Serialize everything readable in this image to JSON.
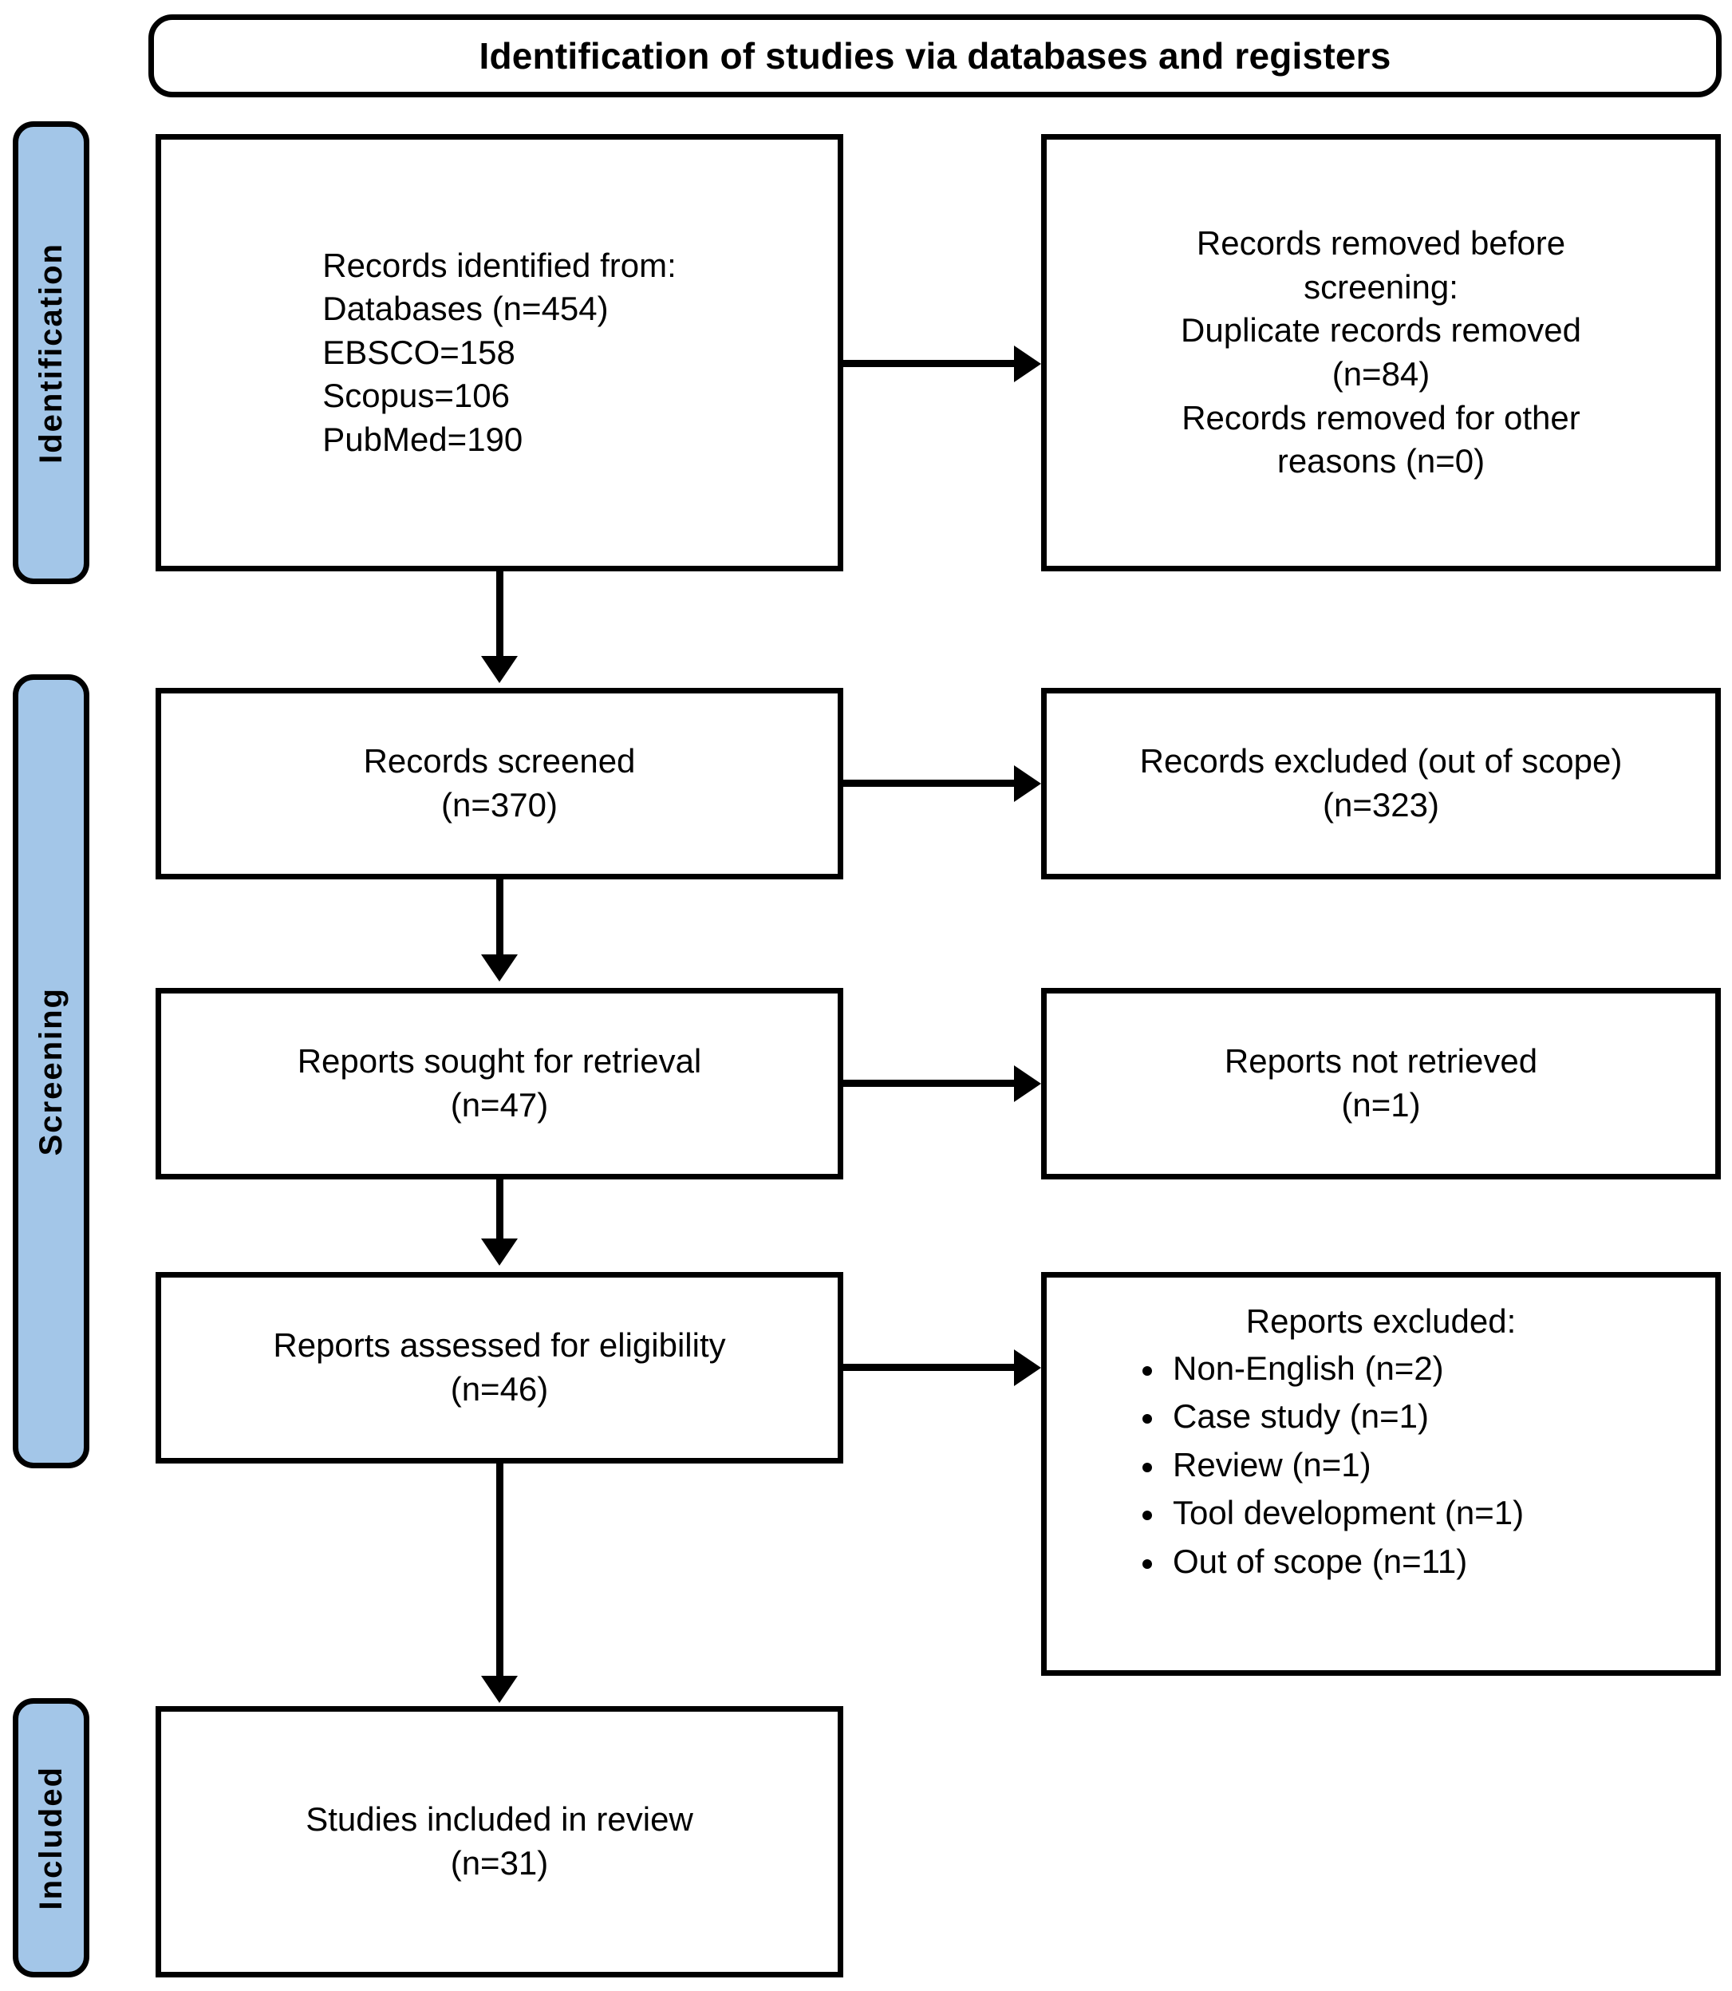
{
  "title": {
    "text": "Identification of studies via databases and registers"
  },
  "colors": {
    "stage_fill": "#a3c6e8",
    "border": "#000000",
    "box_fill": "#ffffff"
  },
  "stages": [
    {
      "key": "identification",
      "label": "Identification"
    },
    {
      "key": "screening",
      "label": "Screening"
    },
    {
      "key": "included",
      "label": "Included"
    }
  ],
  "boxes": {
    "records_identified": "Records identified from:\n   Databases (n=454)\n   EBSCO=158\n   Scopus=106\n   PubMed=190",
    "records_removed": "Records removed before\nscreening:\nDuplicate records removed\n(n=84)\nRecords removed for other\nreasons (n=0)",
    "records_screened": "Records screened\n(n=370)",
    "records_excluded": "Records excluded (out of scope)\n(n=323)",
    "reports_sought": "Reports sought for retrieval\n(n=47)",
    "reports_not_retrieved": "Reports not retrieved\n(n=1)",
    "reports_assessed": "Reports assessed for eligibility\n(n=46)",
    "reports_excluded_heading": "Reports excluded:",
    "reports_excluded_items": [
      "Non-English (n=2)",
      "Case study (n=1)",
      "Review (n=1)",
      "Tool development (n=1)",
      "Out of scope (n=11)"
    ],
    "studies_included": "Studies included in review\n(n=31)"
  },
  "counts": {
    "databases_total": 454,
    "ebsco": 158,
    "scopus": 106,
    "pubmed": 190,
    "duplicates_removed": 84,
    "removed_other_reasons": 0,
    "screened": 370,
    "excluded_out_of_scope": 11,
    "sought_for_retrieval": 47,
    "not_retrieved": 1,
    "assessed_for_eligibility": 46,
    "excluded_non_english": 2,
    "excluded_case_study": 1,
    "excluded_review": 1,
    "excluded_tool_development": 1,
    "studies_included": 31
  }
}
